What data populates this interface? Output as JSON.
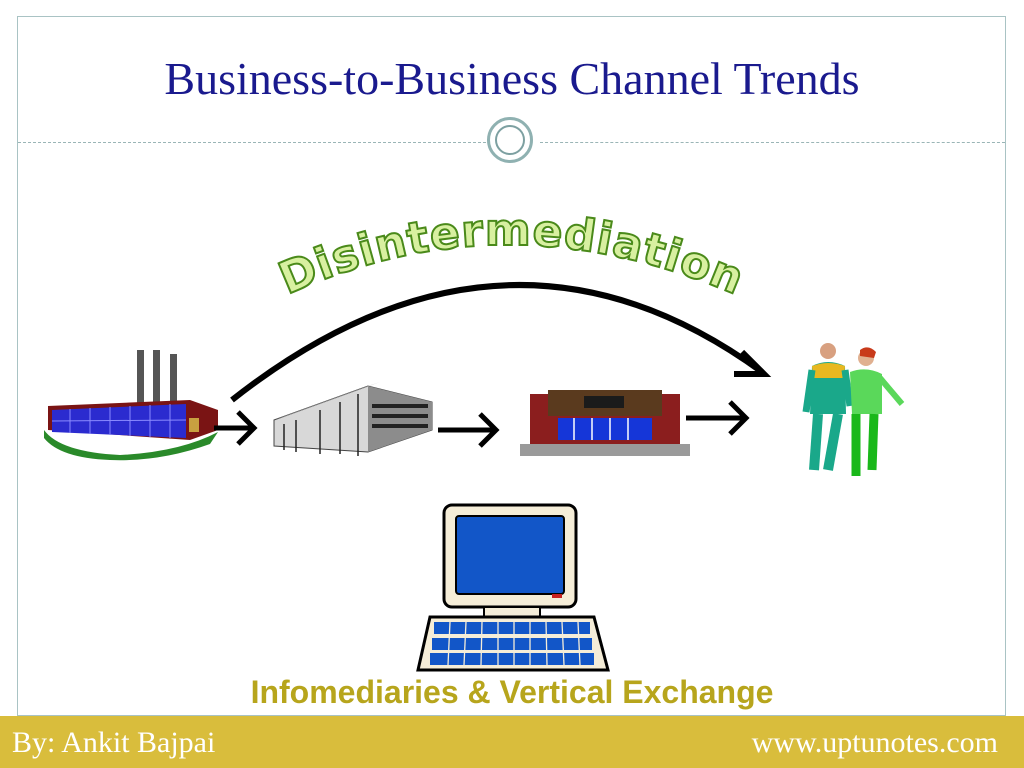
{
  "slide": {
    "title": "Business-to-Business Channel Trends",
    "arc_label": "Disintermediation",
    "caption": "Infomediaries & Vertical Exchange"
  },
  "diagram": {
    "nodes": [
      {
        "icon": "factory-icon",
        "role": "manufacturer"
      },
      {
        "icon": "warehouse-icon",
        "role": "wholesaler"
      },
      {
        "icon": "store-icon",
        "role": "retailer"
      },
      {
        "icon": "customers-icon",
        "role": "consumers"
      }
    ],
    "center_icon": "computer-icon"
  },
  "footer": {
    "author": "By: Ankit Bajpai",
    "site": "www.uptunotes.com"
  },
  "colors": {
    "title": "#1a1a8e",
    "caption": "#b7a51c",
    "footer_bg": "#d9bd3c",
    "arc_text_fill": "#d8f0a0",
    "arc_text_stroke": "#4a8a1a"
  }
}
